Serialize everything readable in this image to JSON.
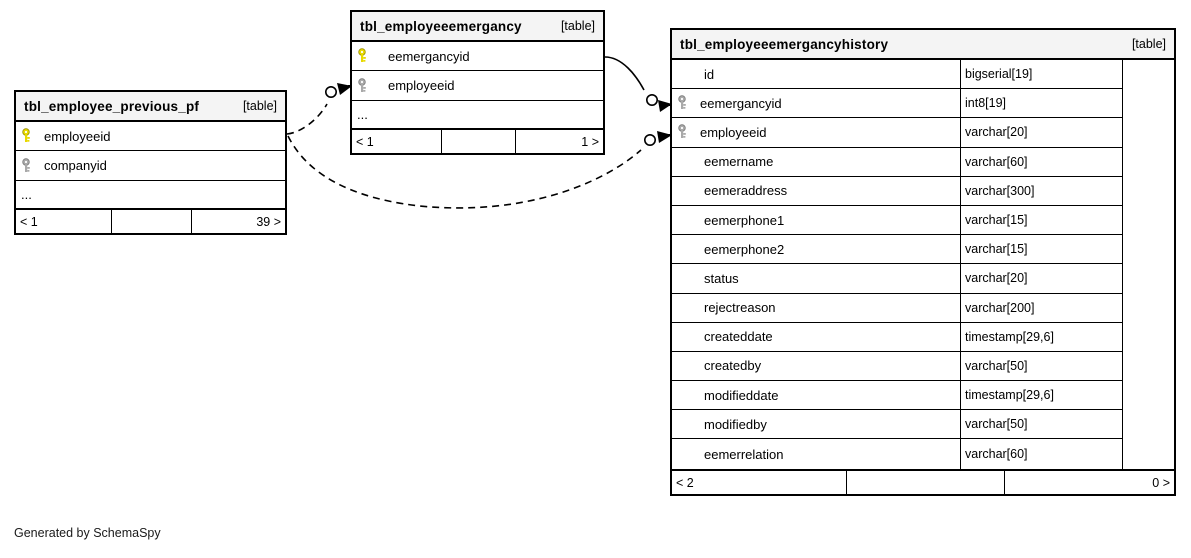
{
  "diagram": {
    "generator_text": "Generated by SchemaSpy",
    "table_kind_label": "[table]",
    "ellipsis": "...",
    "colors": {
      "primary_key": "#e8d900",
      "foreign_key": "#a9a9a9",
      "border": "#000000",
      "header_bg": "#f4f4f4",
      "background": "#ffffff"
    }
  },
  "tables": [
    {
      "id": "tbl_employee_previous_pf",
      "name": "tbl_employee_previous_pf",
      "kind": "[table]",
      "has_types_column": false,
      "columns": [
        {
          "name": "employeeid",
          "type": "",
          "key": "primary"
        },
        {
          "name": "companyid",
          "type": "",
          "key": "foreign"
        }
      ],
      "more_indicator": "...",
      "footer": {
        "left": "< 1",
        "middle": "",
        "right": "39 >"
      }
    },
    {
      "id": "tbl_employeeemergancy",
      "name": "tbl_employeeemergancy",
      "kind": "[table]",
      "has_types_column": false,
      "columns": [
        {
          "name": "eemergancyid",
          "type": "",
          "key": "primary"
        },
        {
          "name": "employeeid",
          "type": "",
          "key": "foreign"
        }
      ],
      "more_indicator": "...",
      "footer": {
        "left": "< 1",
        "middle": "",
        "right": "1 >"
      }
    },
    {
      "id": "tbl_employeeemergancyhistory",
      "name": "tbl_employeeemergancyhistory",
      "kind": "[table]",
      "has_types_column": true,
      "columns": [
        {
          "name": "id",
          "type": "bigserial[19]",
          "key": "none"
        },
        {
          "name": "eemergancyid",
          "type": "int8[19]",
          "key": "foreign"
        },
        {
          "name": "employeeid",
          "type": "varchar[20]",
          "key": "foreign"
        },
        {
          "name": "eemername",
          "type": "varchar[60]",
          "key": "none"
        },
        {
          "name": "eemeraddress",
          "type": "varchar[300]",
          "key": "none"
        },
        {
          "name": "eemerphone1",
          "type": "varchar[15]",
          "key": "none"
        },
        {
          "name": "eemerphone2",
          "type": "varchar[15]",
          "key": "none"
        },
        {
          "name": "status",
          "type": "varchar[20]",
          "key": "none"
        },
        {
          "name": "rejectreason",
          "type": "varchar[200]",
          "key": "none"
        },
        {
          "name": "createddate",
          "type": "timestamp[29,6]",
          "key": "none"
        },
        {
          "name": "createdby",
          "type": "varchar[50]",
          "key": "none"
        },
        {
          "name": "modifieddate",
          "type": "timestamp[29,6]",
          "key": "none"
        },
        {
          "name": "modifiedby",
          "type": "varchar[50]",
          "key": "none"
        },
        {
          "name": "eemerrelation",
          "type": "varchar[60]",
          "key": "none"
        }
      ],
      "more_indicator": "",
      "footer": {
        "left": "< 2",
        "middle": "",
        "right": "0 >"
      }
    }
  ],
  "relationships": [
    {
      "id": "rel-prev-pf-to-emergancy",
      "from_table": "tbl_employee_previous_pf",
      "from_column": "employeeid",
      "to_table": "tbl_employeeemergancy",
      "to_column": "employeeid",
      "style": "dashed"
    },
    {
      "id": "rel-prev-pf-to-history",
      "from_table": "tbl_employee_previous_pf",
      "from_column": "employeeid",
      "to_table": "tbl_employeeemergancyhistory",
      "to_column": "employeeid",
      "style": "dashed"
    },
    {
      "id": "rel-emergancy-to-history",
      "from_table": "tbl_employeeemergancy",
      "from_column": "eemergancyid",
      "to_table": "tbl_employeeemergancyhistory",
      "to_column": "eemergancyid",
      "style": "solid"
    }
  ]
}
